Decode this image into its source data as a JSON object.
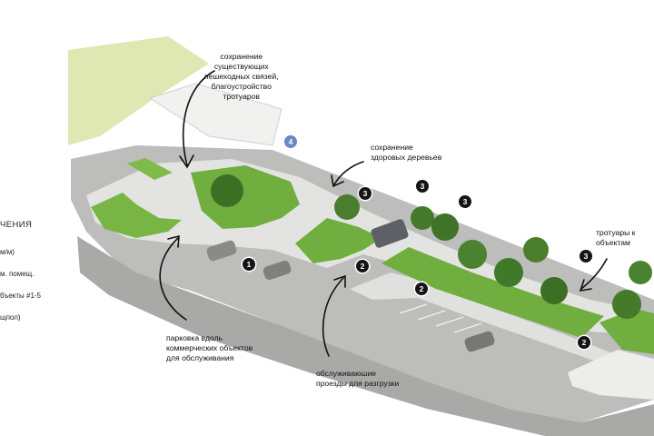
{
  "legend": {
    "title": "ЧЕНИЯ",
    "items": [
      "м/м)",
      "м. помещ.",
      "бъекты #1-5",
      "щпол)"
    ]
  },
  "callouts": {
    "sidewalks": [
      "сохранение",
      "существующих",
      "пешеходных связей,",
      "благоустройство",
      "тротуаров"
    ],
    "trees": [
      "сохранение",
      "здоровых деревьев"
    ],
    "access_sidewalks": [
      "тротуары к",
      "объектам"
    ],
    "parking": [
      "парковка вдоль",
      "коммерческих объектов",
      "для обслуживания"
    ],
    "service_roads": [
      "обслуживаюшие",
      "проезды для разгрузки"
    ]
  },
  "markers": [
    "1",
    "2",
    "2",
    "2",
    "3",
    "3",
    "3",
    "3",
    "4"
  ],
  "colors": {
    "asphalt": "#b9b9b7",
    "paving": "#e4e4e2",
    "lawn": "#6fae3f",
    "tree": "#3f7a2a",
    "marker": "#141414",
    "marker_blue": "#6b87c9"
  }
}
